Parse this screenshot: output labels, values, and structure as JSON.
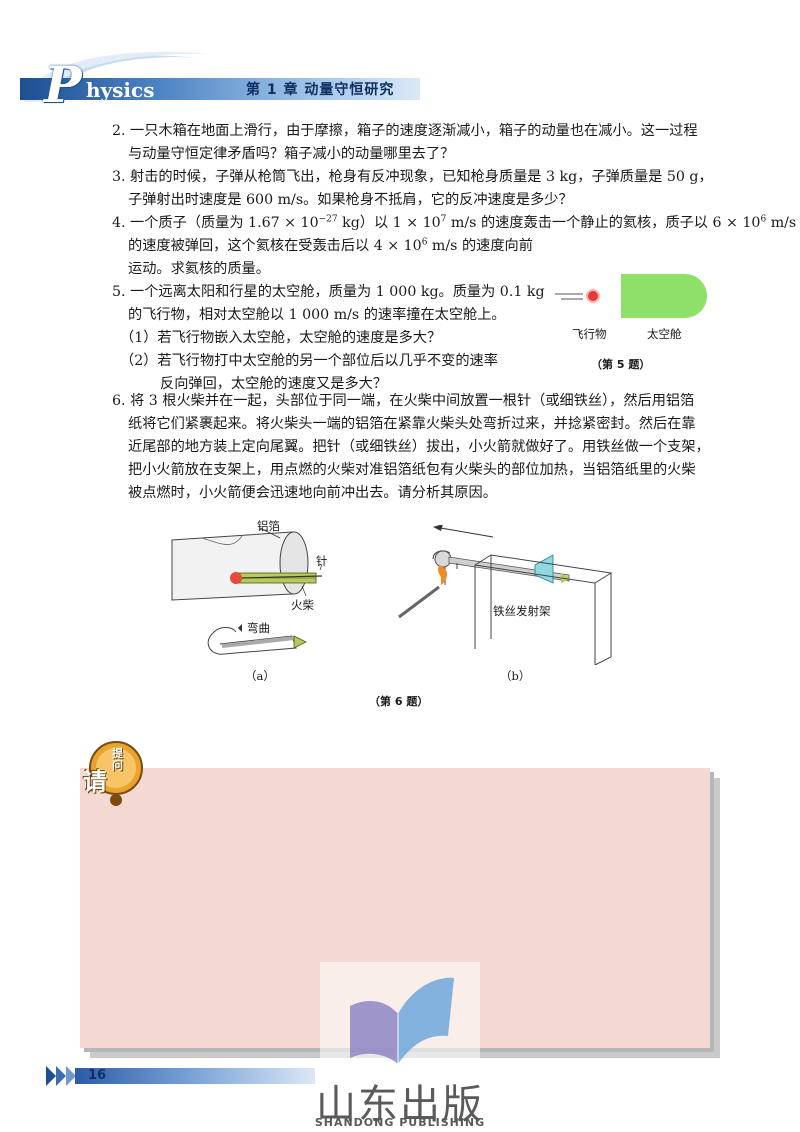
{
  "header": {
    "logo_initial": "P",
    "logo_rest": "hysics",
    "chapter": "第 1 章   动量守恒研究"
  },
  "questions": {
    "q2": [
      "2. 一只木箱在地面上滑行，由于摩擦，箱子的速度逐渐减小，箱子的动量也在减小。这一过程",
      "与动量守恒定律矛盾吗？箱子减小的动量哪里去了？"
    ],
    "q3": [
      "3. 射击的时候，子弹从枪筒飞出，枪身有反冲现象，已知枪身质量是 3 kg，子弹质量是 50 g，",
      "子弹射出时速度是 600 m/s。如果枪身不抵肩，它的反冲速度是多少？"
    ],
    "q4": {
      "l1_a": "4. 一个质子（质量为 1.67 × 10",
      "l1_exp1": "−27",
      "l1_b": " kg）以 1 × 10",
      "l1_exp2": "7",
      "l1_c": " m/s 的速度轰击一个静止的氦核，质子以 6 × 10",
      "l1_exp3": "6",
      "l1_d": " m/s",
      "l2_a": "的速度被弹回，这个氦核在受轰击后以 4 × 10",
      "l2_exp": "6",
      "l2_b": " m/s 的速度向前",
      "l3": "运动。求氦核的质量。"
    },
    "q5": [
      "5. 一个远离太阳和行星的太空舱，质量为 1 000 kg。质量为 0.1 kg",
      "的飞行物，相对太空舱以 1 000  m/s 的速率撞在太空舱上。",
      "（1）若飞行物嵌入太空舱，太空舱的速度是多大？",
      "（2）若飞行物打中太空舱的另一个部位后以几乎不变的速率",
      "反向弹回，太空舱的速度又是多大？"
    ],
    "q6": [
      "6. 将 3 根火柴并在一起，头部位于同一端，在火柴中间放置一根针（或细铁丝），然后用铝箔",
      "纸将它们紧裹起来。将火柴头一端的铝箔在紧靠火柴头处弯折过来，并捻紧密封。然后在靠",
      "近尾部的地方装上定向尾翼。把针（或细铁丝）拔出，小火箭就做好了。用铁丝做一个支架，",
      "把小火箭放在支架上，用点燃的火柴对准铝箔纸包有火柴头的部位加热，当铝箔纸里的火柴",
      "被点燃时，小火箭便会迅速地向前冲出去。请分析其原因。"
    ]
  },
  "fig5": {
    "label_object": "飞行物",
    "label_capsule": "太空舱",
    "caption": "（第 5 题）",
    "colors": {
      "capsule": "#8fe06a",
      "ball": "#e23b3b"
    }
  },
  "fig6": {
    "label_foil": "铝箔",
    "label_needle": "针",
    "label_match": "火柴",
    "label_bend": "弯曲",
    "label_stand": "铁丝发射架",
    "label_a": "（a）",
    "label_b": "（b）",
    "caption": "（第 6 题）"
  },
  "prompt_box": {
    "badge_main": "请",
    "badge_small": "提问",
    "colors": {
      "box": "#f4d9d2"
    }
  },
  "footer": {
    "page_number": "16",
    "publisher": "山东出版",
    "publisher_en": "SHANDONG PUBLISHING"
  }
}
